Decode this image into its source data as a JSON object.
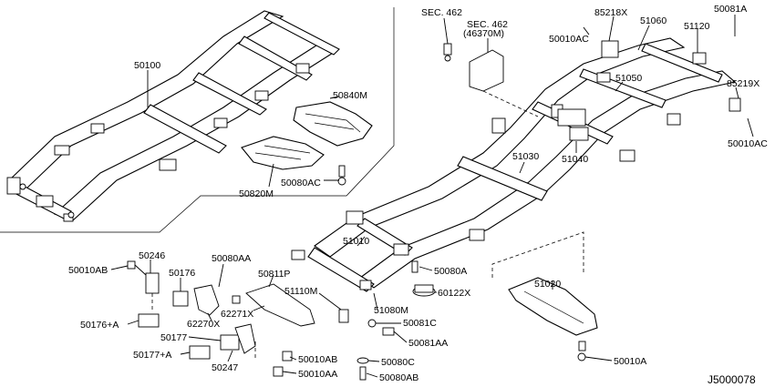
{
  "callouts": {
    "p50100": "50100",
    "p50840m": "50840M",
    "p50820m": "50820M",
    "p50080ac_a": "50080AC",
    "sec462a": "SEC. 462",
    "sec462b": "SEC. 462",
    "sec462b_sub": "(46370M)",
    "p85218x": "85218X",
    "p51060": "51060",
    "p50081a": "50081A",
    "p50010ac_a": "50010AC",
    "p51120": "51120",
    "p51050": "51050",
    "p85219x": "85219X",
    "p50010ac_b": "50010AC",
    "p51030": "51030",
    "p51040": "51040",
    "p51010": "51010",
    "p50080a": "50080A",
    "p60122x": "60122X",
    "p51080m": "51080M",
    "p51110m": "51110M",
    "p50081c": "50081C",
    "p50081aa": "50081AA",
    "p50080c": "50080C",
    "p50080ab": "50080AB",
    "p51020": "51020",
    "p50010a": "50010A",
    "p50246": "50246",
    "p50010ab_a": "50010AB",
    "p50176": "50176",
    "p50176a": "50176+A",
    "p50177": "50177",
    "p50177a": "50177+A",
    "p50247": "50247",
    "p50080aa": "50080AA",
    "p62270x": "62270X",
    "p50811p": "50811P",
    "p62271x": "62271X",
    "p50010ab_b": "50010AB",
    "p50010aa": "50010AA"
  },
  "diagram_id": "J5000078"
}
